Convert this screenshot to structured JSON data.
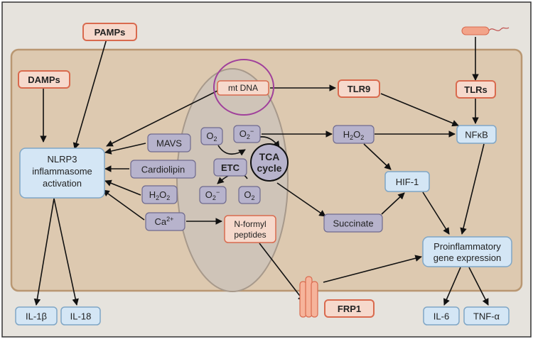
{
  "labels": {
    "pamps": "PAMPs",
    "damps": "DAMPs",
    "mtdna": "mt DNA",
    "tlr9": "TLR9",
    "tlrs": "TLRs",
    "nlrp3_1": "NLRP3",
    "nlrp3_2": "inflammasome",
    "nlrp3_3": "activation",
    "mavs": "MAVS",
    "cardiolipin": "Cardiolipin",
    "h2o2_left_base": "H",
    "h2o2_left_sub1": "2",
    "h2o2_left_mid": "O",
    "h2o2_left_sub2": "2",
    "ca_base": "Ca",
    "ca_sup": "2+",
    "o2_a_base": "O",
    "o2_a_sub": "2",
    "o2_b_base": "O",
    "o2_b_sub": "2",
    "o2_b_sup": "−",
    "o2_c_base": "O",
    "o2_c_sub": "2",
    "o2_c_sup": "−",
    "o2_d_base": "O",
    "o2_d_sub": "2",
    "etc": "ETC",
    "tca_1": "TCA",
    "tca_2": "cycle",
    "nformyl_1": "N-formyl",
    "nformyl_2": "peptides",
    "h2o2_right_base": "H",
    "h2o2_right_sub1": "2",
    "h2o2_right_mid": "O",
    "h2o2_right_sub2": "2",
    "nfkb": "NFκB",
    "hif1": "HIF-1",
    "succinate": "Succinate",
    "proinf_1": "Proinflammatory",
    "proinf_2": "gene expression",
    "frp1": "FRP1",
    "il1b": "IL-1β",
    "il18": "IL-18",
    "il6": "IL-6",
    "tnfa": "TNF-α"
  },
  "colors": {
    "background": "#e6e3dd",
    "cell": "#ddc9b0",
    "cell_stroke": "#b99772",
    "mito": "#cfc4b8",
    "mito_stroke": "#a7998b",
    "red_box": "#f6d9cc",
    "red_stroke": "#d96a4e",
    "purple_box": "#b7b3cc",
    "purple_stroke": "#6f6a8e",
    "blue_box": "#d4e6f5",
    "blue_stroke": "#7fa6c6",
    "ring": "#a0409b",
    "bacterium": "#f2a48a"
  }
}
